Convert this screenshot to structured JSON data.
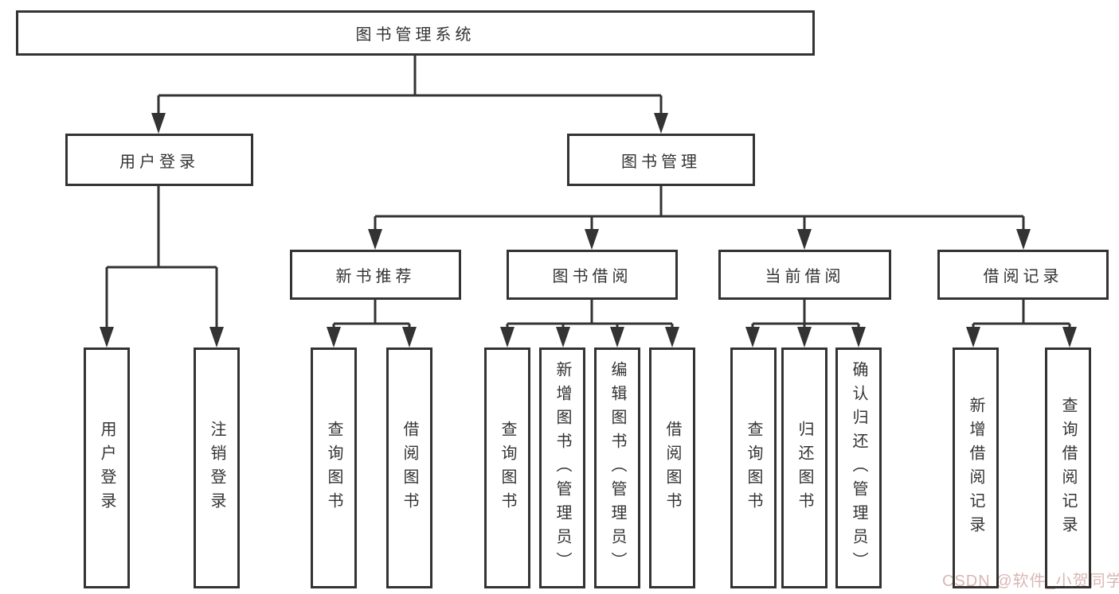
{
  "colors": {
    "line": "#333333",
    "text": "#333333",
    "background": "#ffffff",
    "watermark": "#d8b7b4"
  },
  "watermark": {
    "text": "CSDN @软件_小贺同学"
  },
  "tree": {
    "root": {
      "label": "图书管理系统"
    },
    "branches": [
      {
        "label": "用户登录",
        "children": [
          {
            "label": "用户登录"
          },
          {
            "label": "注销登录"
          }
        ]
      },
      {
        "label": "图书管理",
        "children": [
          {
            "label": "新书推荐",
            "children": [
              {
                "label": "查询图书"
              },
              {
                "label": "借阅图书"
              }
            ]
          },
          {
            "label": "图书借阅",
            "children": [
              {
                "label": "查询图书"
              },
              {
                "label": "新增图书（管理员）"
              },
              {
                "label": "编辑图书（管理员）"
              },
              {
                "label": "借阅图书"
              }
            ]
          },
          {
            "label": "当前借阅",
            "children": [
              {
                "label": "查询图书"
              },
              {
                "label": "归还图书"
              },
              {
                "label": "确认归还（管理员）"
              }
            ]
          },
          {
            "label": "借阅记录",
            "children": [
              {
                "label": "新增借阅记录"
              },
              {
                "label": "查询借阅记录"
              }
            ]
          }
        ]
      }
    ]
  }
}
